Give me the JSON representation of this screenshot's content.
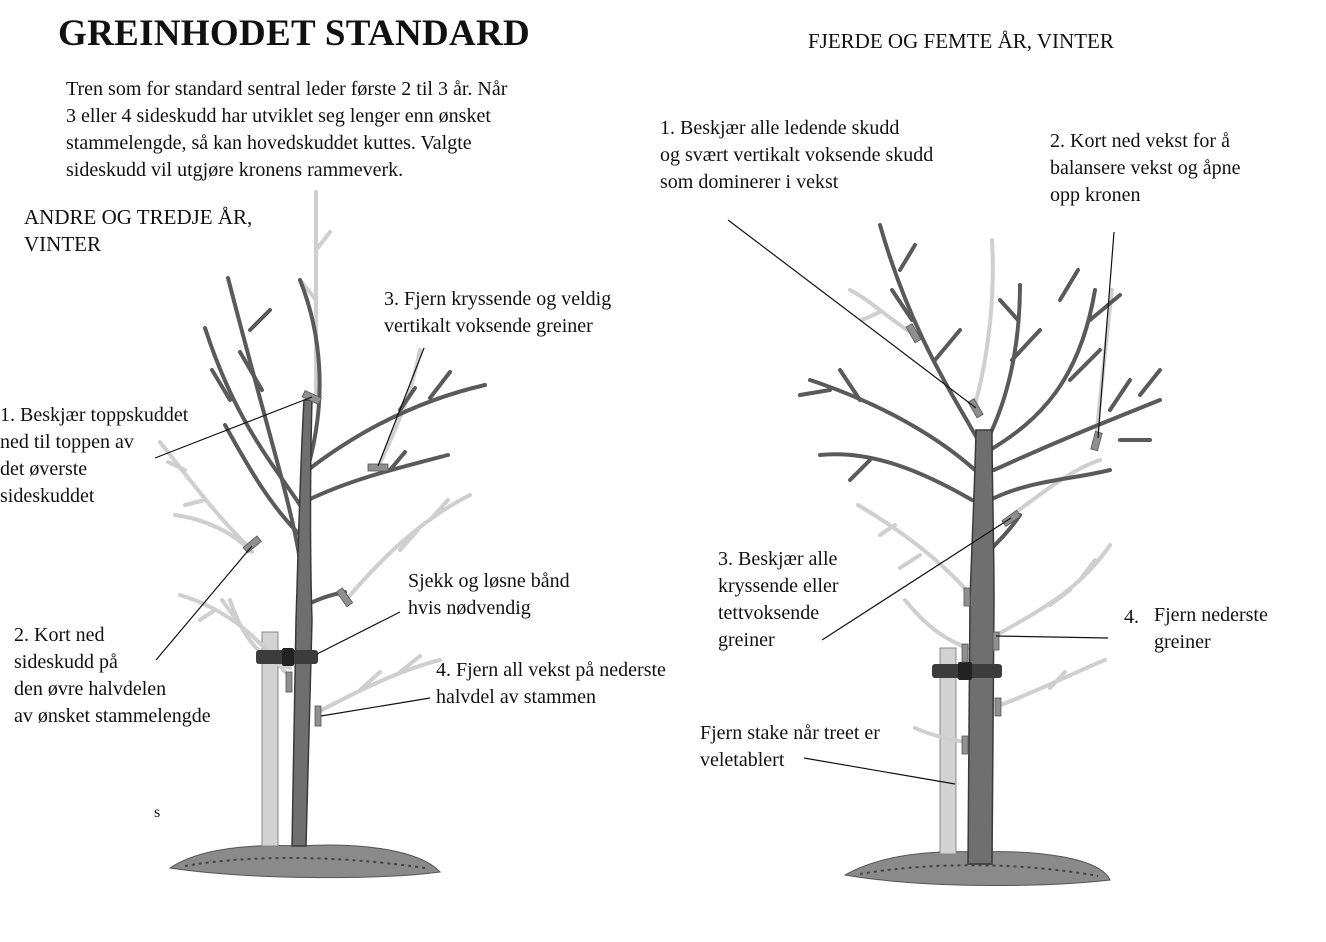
{
  "title": "GREINHODET STANDARD",
  "right_heading": "FJERDE OG FEMTE ÅR, VINTER",
  "intro": "Tren som for standard sentral leder første 2 til 3 år. Når\n3 eller 4 sideskudd har utviklet seg lenger enn ønsket\nstammelengde, så kan hovedskuddet kuttes. Valgte\nsideskudd vil utgjøre kronens rammeverk.",
  "left_tree": {
    "heading": "ANDRE OG TREDJE ÅR,\nVINTER",
    "labels": {
      "step1": "1. Beskjær toppskuddet\nned til toppen av\ndet øverste\nsideskuddet",
      "step2": "2. Kort ned\nsideskudd på\nden øvre halvdelen\nav ønsket stammelengde",
      "step3": "3. Fjern kryssende og veldig\nvertikalt voksende greiner",
      "check_tie": "Sjekk og løsne bånd\nhvis nødvendig",
      "step4": "4. Fjern all vekst på nederste\nhalvdel av stammen"
    },
    "stray_mark": "s"
  },
  "right_tree": {
    "labels": {
      "step1": "1. Beskjær alle ledende skudd\nog svært vertikalt voksende skudd\nsom dominerer i vekst",
      "step2": "2. Kort ned vekst for å\nbalansere vekst og åpne\nopp kronen",
      "step3": "3. Beskjær alle\nkryssende eller\ntettvoksende\ngreiner",
      "step4_number": "4.",
      "step4_text": "Fjern nederste\ngreiner",
      "stake": "Fjern stake når treet er\nveletablert"
    }
  },
  "colors": {
    "ink": "#111111",
    "trunk": "#6f6f6f",
    "trunk_dark": "#3a3a3a",
    "branch": "#5a5a5a",
    "pruned_branch": "#cfcfcf",
    "cut_mark": "#8f8f8f",
    "stake": "#d2d2d2",
    "tie": "#3c3c3c",
    "ground": "#8a8a8a"
  }
}
